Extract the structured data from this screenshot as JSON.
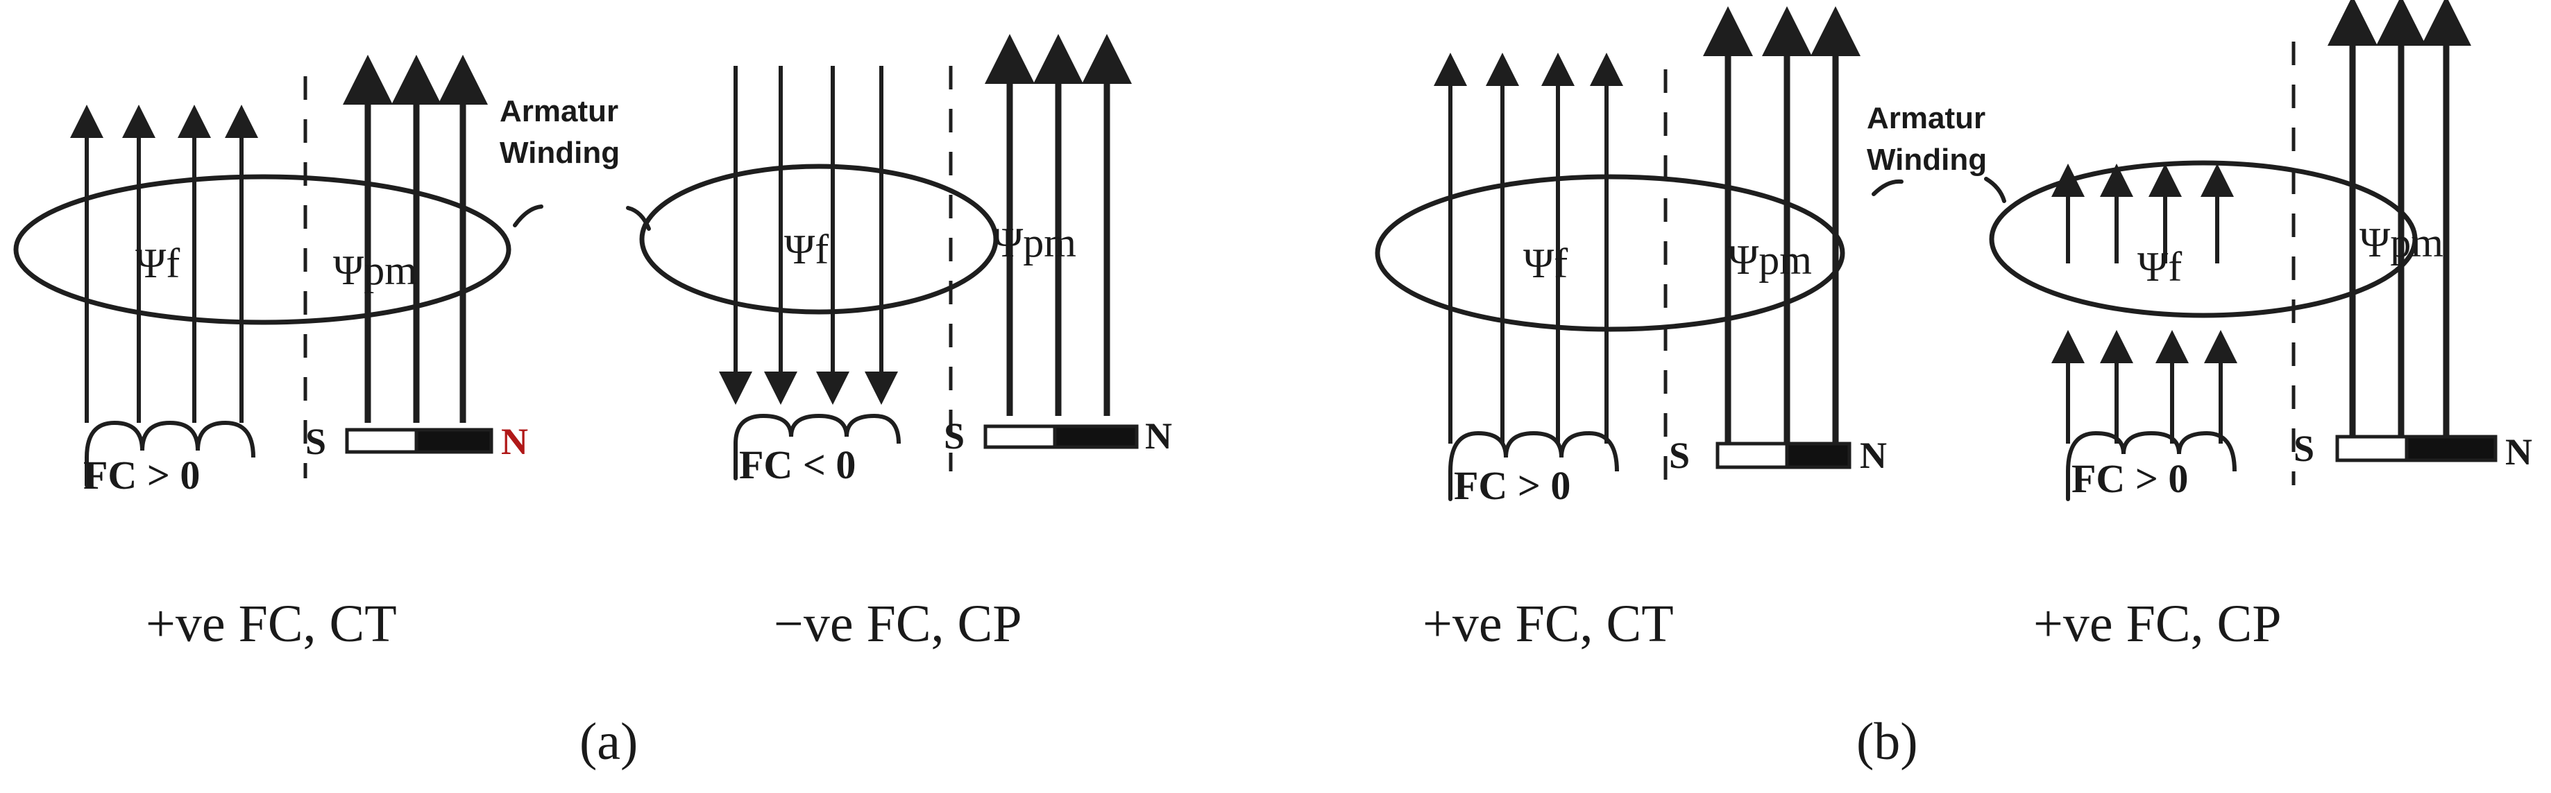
{
  "labels": {
    "armature_line1": "Armatur",
    "armature_line2": "Winding",
    "psi_f": "Ψf",
    "psi_pm": "Ψpm",
    "pole_s": "S",
    "pole_n": "N"
  },
  "panels": [
    {
      "fc_label": "FC > 0",
      "caption": "+ve FC, CT",
      "field_direction": "up"
    },
    {
      "fc_label": "FC < 0",
      "caption": "−ve FC, CP",
      "field_direction": "down"
    },
    {
      "fc_label": "FC > 0",
      "caption": "+ve FC, CT",
      "field_direction": "up"
    },
    {
      "fc_label": "FC > 0",
      "caption": "+ve FC, CP",
      "field_direction": "up-inside"
    }
  ],
  "sub_labels": [
    "(a)",
    "(b)"
  ],
  "colors": {
    "line": "#1e1e1e",
    "magnet_north": "#111111",
    "magnet_south": "#ffffff",
    "accent_n": "#b01818"
  }
}
